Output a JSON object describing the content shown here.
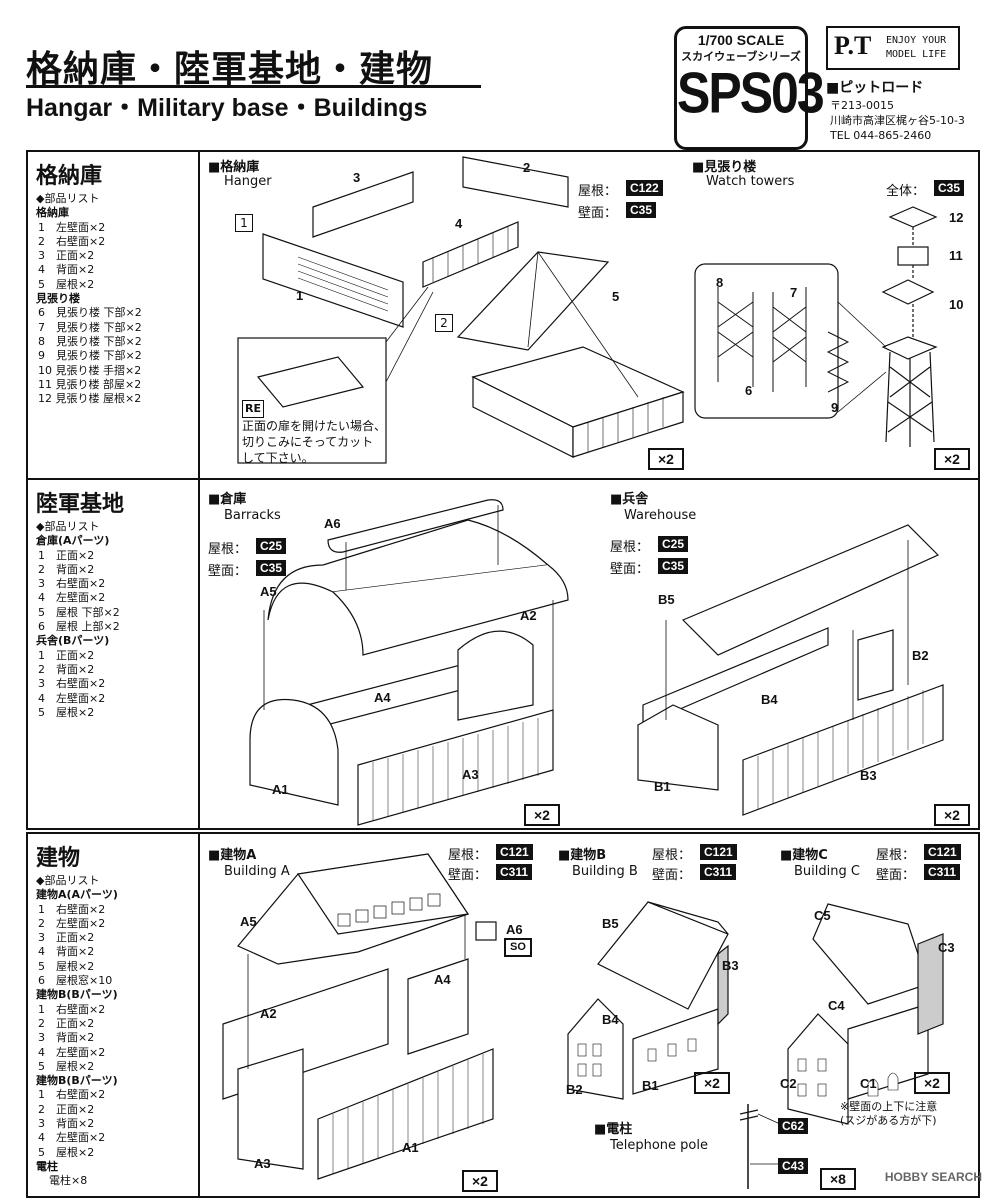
{
  "header": {
    "title_jp": "格納庫・陸軍基地・建物",
    "title_en": "Hangar・Military base・Buildings",
    "scale": "1/700 SCALE",
    "series": "スカイウェーブシリーズ",
    "code": "SPS03",
    "logo": "P.T",
    "tagline_1": "ENJOY YOUR",
    "tagline_2": "MODEL LIFE",
    "maker": "■ピットロード",
    "addr_1": "〒213-0015",
    "addr_2": "川崎市高津区梶ヶ谷5-10-3",
    "addr_3": "TEL 044-865-2460"
  },
  "hangar_section": {
    "title": "格納庫",
    "parts_heading": "◆部品リスト",
    "groups": [
      {
        "name": "格納庫",
        "items": [
          "1　左壁面×2",
          "2　右壁面×2",
          "3　正面×2",
          "4　背面×2",
          "5　屋根×2"
        ]
      },
      {
        "name": "見張り楼",
        "items": [
          "6　見張り楼 下部×2",
          "7　見張り楼 下部×2",
          "8　見張り楼 下部×2",
          "9　見張り楼 下部×2",
          "10 見張り楼 手摺×2",
          "11 見張り楼 部屋×2",
          "12 見張り楼 屋根×2"
        ]
      }
    ],
    "hangar_label": "■格納庫",
    "hangar_en": "Hanger",
    "roof_label": "屋根：",
    "roof_code": "C122",
    "wall_label": "壁面：",
    "wall_code": "C35",
    "step1": "1",
    "step2": "2",
    "note_re": "RE",
    "note_1": "正面の扉を開けたい場合、",
    "note_2": "切りこみにそってカット",
    "note_3": "して下さい。",
    "count_hangar": "×2",
    "tower_label": "■見張り楼",
    "tower_en": "Watch towers",
    "tower_all": "全体：",
    "tower_code": "C35",
    "count_tower": "×2",
    "nums": [
      "1",
      "2",
      "3",
      "4",
      "5",
      "6",
      "7",
      "8",
      "9",
      "10",
      "11",
      "12"
    ]
  },
  "base_section": {
    "title": "陸軍基地",
    "parts_heading": "◆部品リスト",
    "groups": [
      {
        "name": "倉庫(Aパーツ)",
        "items": [
          "1　正面×2",
          "2　背面×2",
          "3　右壁面×2",
          "4　左壁面×2",
          "5　屋根 下部×2",
          "6　屋根 上部×2"
        ]
      },
      {
        "name": "兵舎(Bパーツ)",
        "items": [
          "1　正面×2",
          "2　背面×2",
          "3　右壁面×2",
          "4　左壁面×2",
          "5　屋根×2"
        ]
      }
    ],
    "barracks_label": "■倉庫",
    "barracks_en": "Barracks",
    "warehouse_label": "■兵舎",
    "warehouse_en": "Warehouse",
    "roof_label": "屋根：",
    "roof_code": "C25",
    "wall_label": "壁面：",
    "wall_code": "C35",
    "count_a": "×2",
    "count_b": "×2",
    "a_nums": [
      "A1",
      "A2",
      "A3",
      "A4",
      "A5",
      "A6"
    ],
    "b_nums": [
      "B1",
      "B2",
      "B3",
      "B4",
      "B5"
    ]
  },
  "building_section": {
    "title": "建物",
    "parts_heading": "◆部品リスト",
    "groups": [
      {
        "name": "建物A(Aパーツ)",
        "items": [
          "1　右壁面×2",
          "2　左壁面×2",
          "3　正面×2",
          "4　背面×2",
          "5　屋根×2",
          "6　屋根窓×10"
        ]
      },
      {
        "name": "建物B(Bパーツ)",
        "items": [
          "1　右壁面×2",
          "2　正面×2",
          "3　背面×2",
          "4　左壁面×2",
          "5　屋根×2"
        ]
      },
      {
        "name": "建物B(Bパーツ)",
        "items": [
          "1　右壁面×2",
          "2　正面×2",
          "3　背面×2",
          "4　左壁面×2",
          "5　屋根×2"
        ]
      },
      {
        "name": "電柱",
        "items": [
          "　電柱×8"
        ]
      }
    ],
    "a_label": "■建物A",
    "a_en": "Building A",
    "b_label": "■建物B",
    "b_en": "Building B",
    "c_label": "■建物C",
    "c_en": "Building C",
    "roof_label": "屋根：",
    "roof_code": "C121",
    "wall_label": "壁面：",
    "wall_code": "C311",
    "so": "SO",
    "count_a": "×2",
    "count_b": "×2",
    "count_c": "×2",
    "count_pole": "×8",
    "pole_label": "■電柱",
    "pole_en": "Telephone pole",
    "pole_code1": "C62",
    "pole_code2": "C43",
    "wall_note_1": "※壁面の上下に注意",
    "wall_note_2": "(スジがある方が下)",
    "a_nums": [
      "A1",
      "A2",
      "A3",
      "A4",
      "A5",
      "A6"
    ],
    "b_nums": [
      "B1",
      "B2",
      "B3",
      "B4",
      "B5"
    ],
    "c_nums": [
      "C1",
      "C2",
      "C3",
      "C4",
      "C5"
    ]
  },
  "watermark": "HOBBY SEARCH"
}
